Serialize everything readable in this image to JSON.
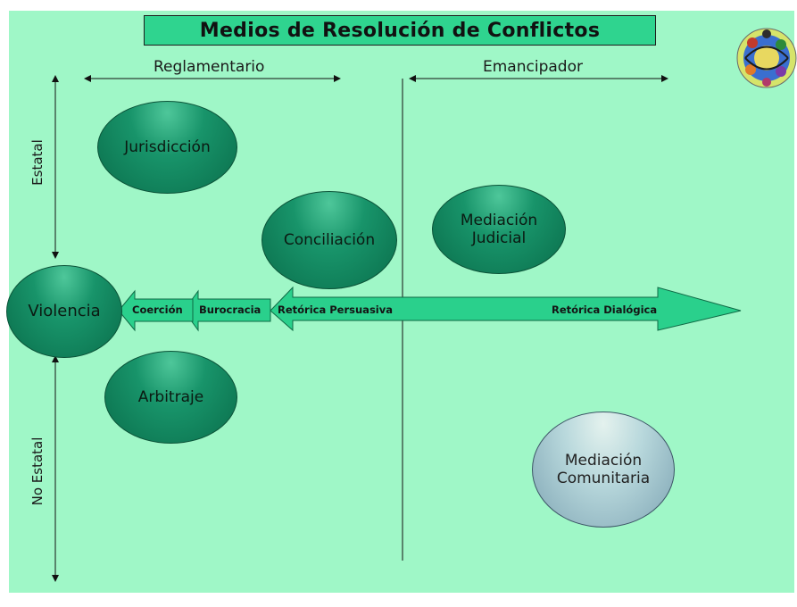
{
  "title": "Medios de Resolución de Conflictos",
  "axes": {
    "left_label": "Reglamentario",
    "right_label": "Emancipador",
    "top_label": "Estatal",
    "bottom_label": "No Estatal"
  },
  "nodes": {
    "jurisdiccion": "Jurisdicción",
    "conciliacion": "Conciliación",
    "mediacion_judicial": [
      "Mediación",
      "Judicial"
    ],
    "violencia": "Violencia",
    "arbitraje": "Arbitraje",
    "mediacion_comunitaria": [
      "Mediación",
      "Comunitaria"
    ]
  },
  "arrow_segments": {
    "coercion": "Coerción",
    "burocracia": "Burocracia",
    "retorica_persuasiva": "Retórica Persuasiva",
    "retorica_dialogica": "Retórica Dialógica"
  },
  "colors": {
    "background": "#9ff7c7",
    "title_box": "#2fd48f",
    "oval_green": "#18946a",
    "arrow_green": "#2ad08c",
    "oval_blue_gray": "#a9c9d1"
  },
  "icons": {
    "logo": "people-circle-logo"
  }
}
